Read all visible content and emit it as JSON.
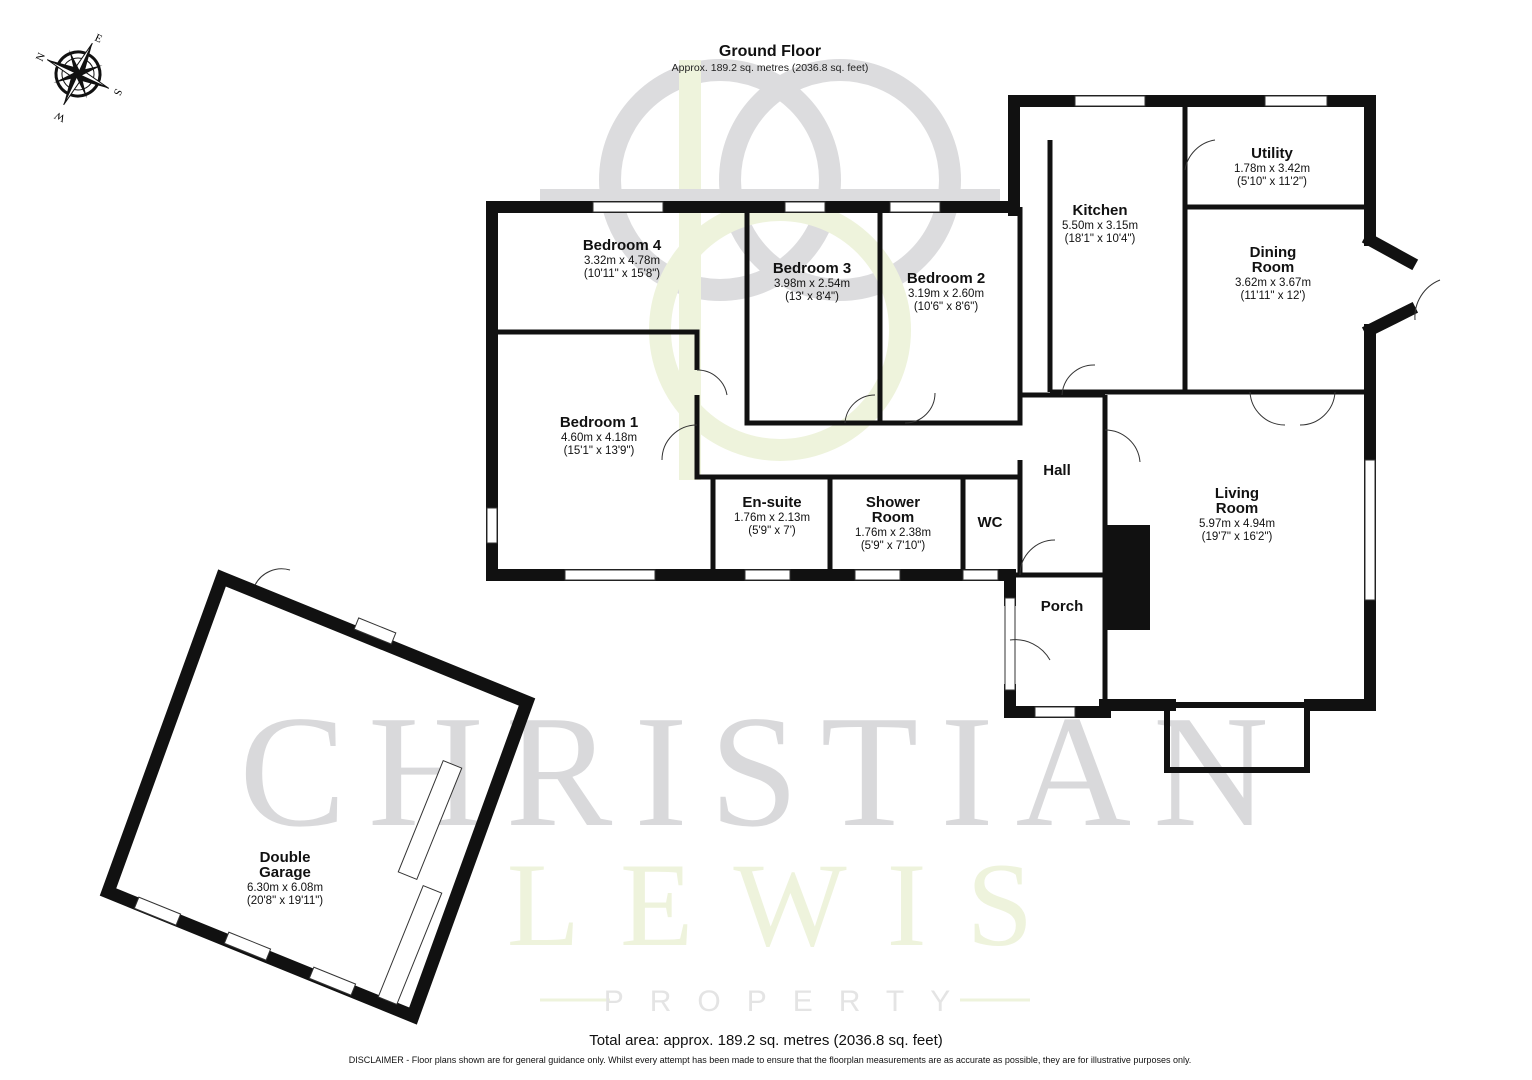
{
  "plan": {
    "title": "Ground Floor",
    "approx_area": "Approx. 189.2 sq. metres (2036.8 sq. feet)",
    "total_area": "Total area: approx. 189.2 sq. metres (2036.8 sq. feet)",
    "disclaimer": "DISCLAIMER -  Floor plans shown are for general guidance only. Whilst every attempt has been made to ensure that the floorplan measurements are as accurate as possible, they are for illustrative purposes only."
  },
  "compass": {
    "icon": "compass-rose-icon",
    "n": "N",
    "e": "E",
    "s": "S",
    "w": "W"
  },
  "watermark": {
    "line1": "CHRISTIAN",
    "line2": "LEWIS",
    "line3": "PROPERTY",
    "colors": {
      "grey": "#d9d9db",
      "green": "#eef3dc"
    }
  },
  "rooms": [
    {
      "id": "bedroom-4",
      "name": [
        "Bedroom 4"
      ],
      "metric": "3.32m x 4.78m",
      "imperial": "(10'11\" x 15'8\")"
    },
    {
      "id": "bedroom-3",
      "name": [
        "Bedroom 3"
      ],
      "metric": "3.98m x 2.54m",
      "imperial": "(13' x 8'4\")"
    },
    {
      "id": "bedroom-2",
      "name": [
        "Bedroom 2"
      ],
      "metric": "3.19m x 2.60m",
      "imperial": "(10'6\" x 8'6\")"
    },
    {
      "id": "kitchen",
      "name": [
        "Kitchen"
      ],
      "metric": "5.50m x 3.15m",
      "imperial": "(18'1\" x 10'4\")"
    },
    {
      "id": "utility",
      "name": [
        "Utility"
      ],
      "metric": "1.78m x 3.42m",
      "imperial": "(5'10\" x 11'2\")"
    },
    {
      "id": "dining-room",
      "name": [
        "Dining",
        "Room"
      ],
      "metric": "3.62m x 3.67m",
      "imperial": "(11'11\" x 12')"
    },
    {
      "id": "bedroom-1",
      "name": [
        "Bedroom 1"
      ],
      "metric": "4.60m x 4.18m",
      "imperial": "(15'1\" x 13'9\")"
    },
    {
      "id": "en-suite",
      "name": [
        "En-suite"
      ],
      "metric": "1.76m x 2.13m",
      "imperial": "(5'9\" x 7')"
    },
    {
      "id": "shower-room",
      "name": [
        "Shower",
        "Room"
      ],
      "metric": "1.76m x 2.38m",
      "imperial": "(5'9\" x 7'10\")"
    },
    {
      "id": "wc",
      "name": [
        "WC"
      ]
    },
    {
      "id": "hall",
      "name": [
        "Hall"
      ]
    },
    {
      "id": "living-room",
      "name": [
        "Living",
        "Room"
      ],
      "metric": "5.97m x 4.94m",
      "imperial": "(19'7\" x 16'2\")"
    },
    {
      "id": "porch",
      "name": [
        "Porch"
      ]
    },
    {
      "id": "double-garage",
      "name": [
        "Double",
        "Garage"
      ],
      "metric": "6.30m x 6.08m",
      "imperial": "(20'8\" x 19'11\")"
    }
  ]
}
